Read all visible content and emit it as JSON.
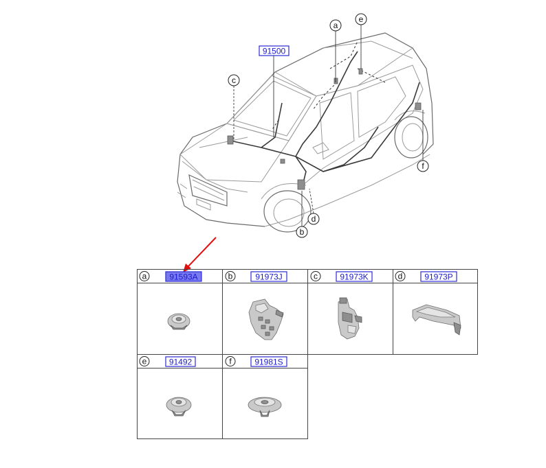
{
  "main_assembly": {
    "code": "91500"
  },
  "callouts": [
    {
      "letter": "a"
    },
    {
      "letter": "e"
    },
    {
      "letter": "c"
    },
    {
      "letter": "f"
    },
    {
      "letter": "d"
    },
    {
      "letter": "b"
    }
  ],
  "parts": [
    {
      "letter": "a",
      "code": "91593A",
      "highlighted": true
    },
    {
      "letter": "b",
      "code": "91973J",
      "highlighted": false
    },
    {
      "letter": "c",
      "code": "91973K",
      "highlighted": false
    },
    {
      "letter": "d",
      "code": "91973P",
      "highlighted": false
    },
    {
      "letter": "e",
      "code": "91492",
      "highlighted": false
    },
    {
      "letter": "f",
      "code": "91981S",
      "highlighted": false
    }
  ],
  "colors": {
    "code_blue": "#1a1ad0",
    "highlight": "#7a7af0",
    "arrow_red": "#e01010"
  },
  "icons": [
    "grommet-icon",
    "connector-bracket-icon",
    "clip-icon",
    "protector-icon"
  ]
}
